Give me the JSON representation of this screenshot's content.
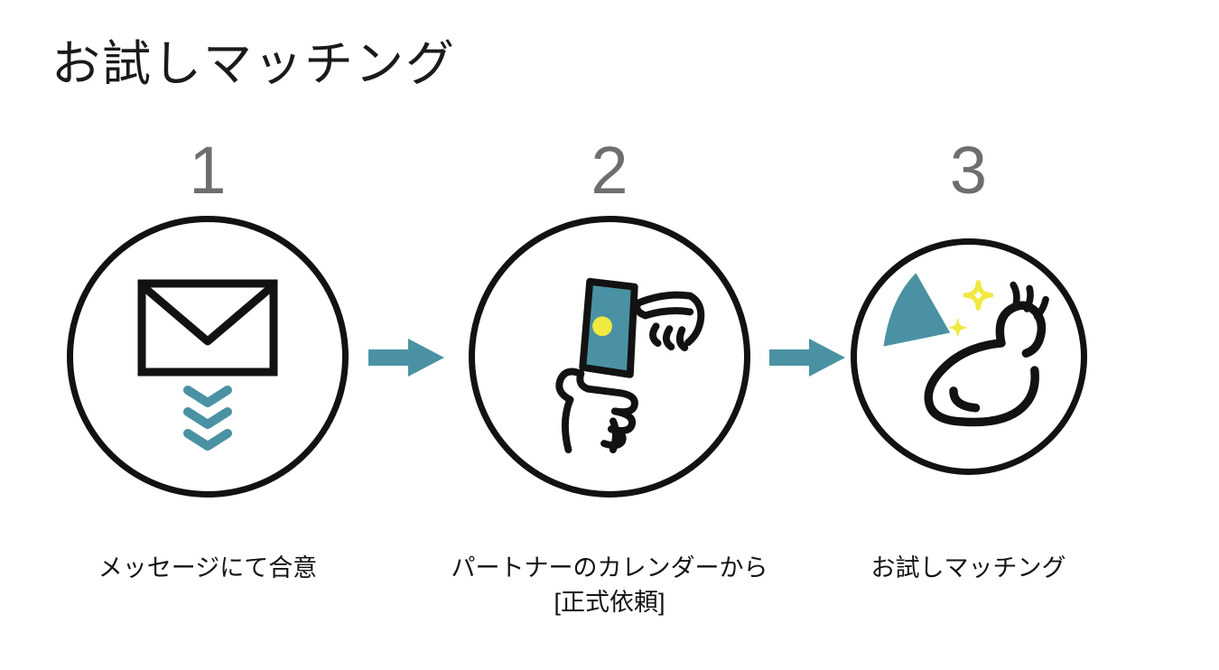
{
  "page": {
    "title": "お試しマッチング"
  },
  "colors": {
    "teal": "#4a92a3",
    "yellow": "#f0e93f",
    "number_gray": "#6e6e6e",
    "ink": "#121212",
    "background": "#ffffff"
  },
  "steps": [
    {
      "number": "1",
      "icon": "envelope-message-icon",
      "caption_lines": [
        "メッセージにて合意"
      ]
    },
    {
      "number": "2",
      "icon": "hand-phone-tap-icon",
      "caption_lines": [
        "パートナーのカレンダーから",
        "[正式依頼]"
      ]
    },
    {
      "number": "3",
      "icon": "flexed-arm-sparkles-icon",
      "caption_lines": [
        "お試しマッチング"
      ]
    }
  ],
  "arrows": [
    {
      "name": "step1-to-step2",
      "direction": "right"
    },
    {
      "name": "step2-to-step3",
      "direction": "right"
    }
  ]
}
